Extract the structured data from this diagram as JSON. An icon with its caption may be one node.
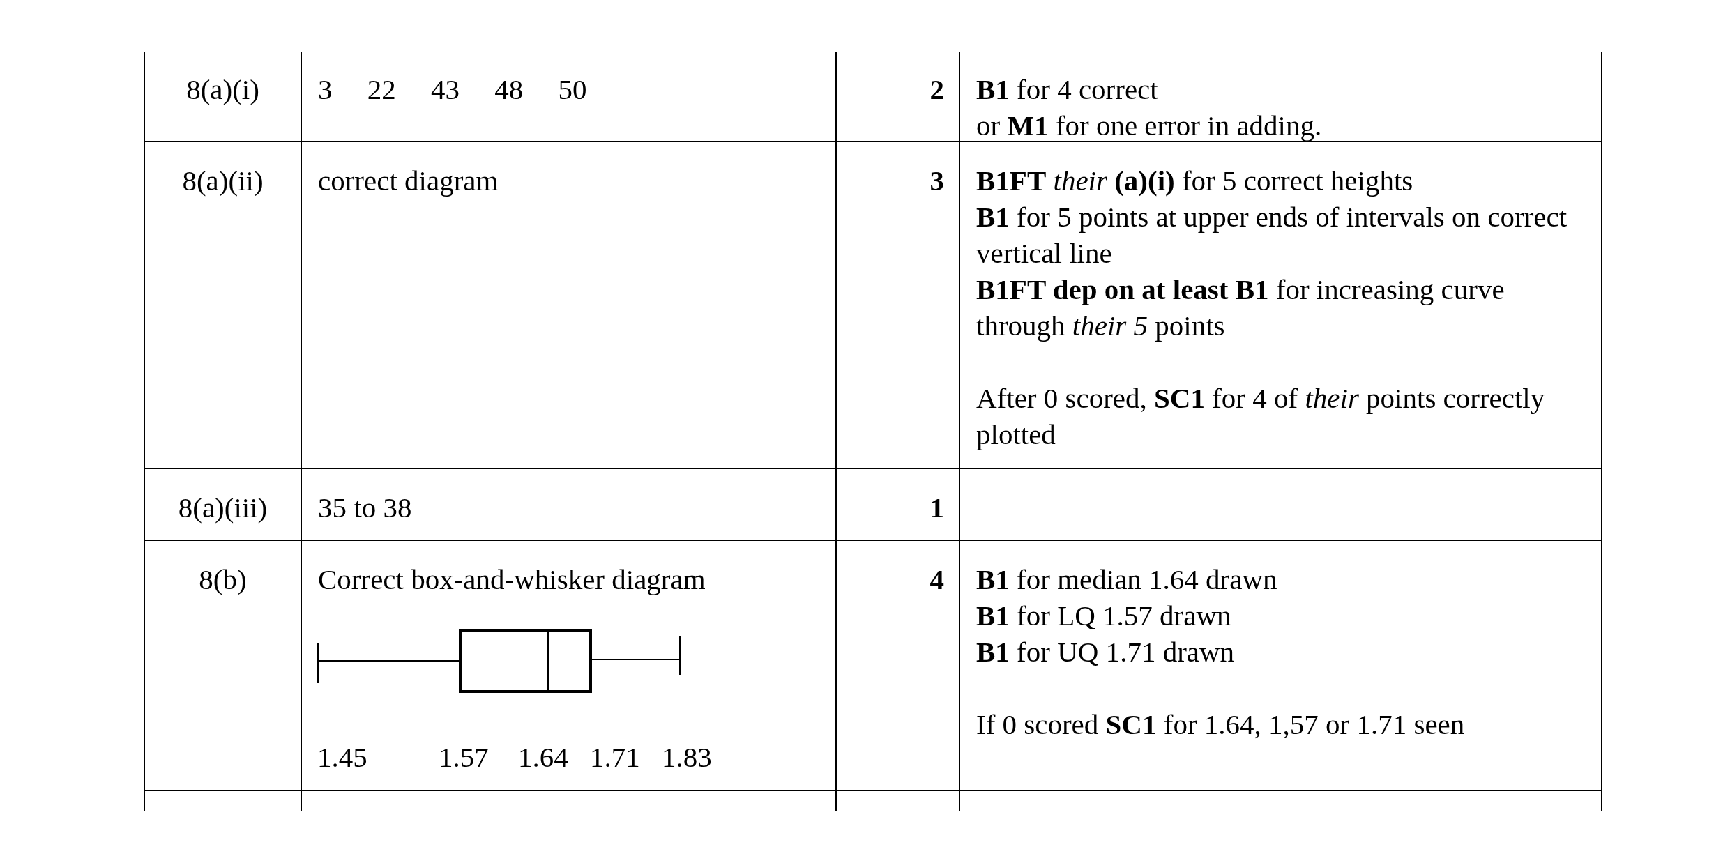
{
  "diagram": {
    "labels": [
      "8(a)(i)",
      "3 22 43 48 50",
      "2",
      "**B1** for 4 correct",
      "or **M1** for one error in adding.",
      "8(a)(ii)",
      "correct diagram",
      "3",
      "**B1FT** *their* **(a)(i)** for 5 correct heights",
      "**B1** for 5 points at upper ends of intervals on correct vertical line",
      "**B1FT dep on at least B1** for increasing curve through *their 5* points",
      "After 0 scored, **SC1** for 4 of *their* points correctly plotted",
      "8(a)(iii)",
      "35 to 38",
      "1",
      "8(b)",
      "Correct box-and-whisker diagram",
      "1.45",
      "1.57",
      "1.64",
      "1.71",
      "1.83",
      "4",
      "**B1** for median 1.64 drawn",
      "**B1** for LQ 1.57 drawn",
      "**B1** for UQ 1.71 drawn",
      "If 0 scored **SC1** for 1.64, 1,57 or 1.71 seen"
    ]
  }
}
